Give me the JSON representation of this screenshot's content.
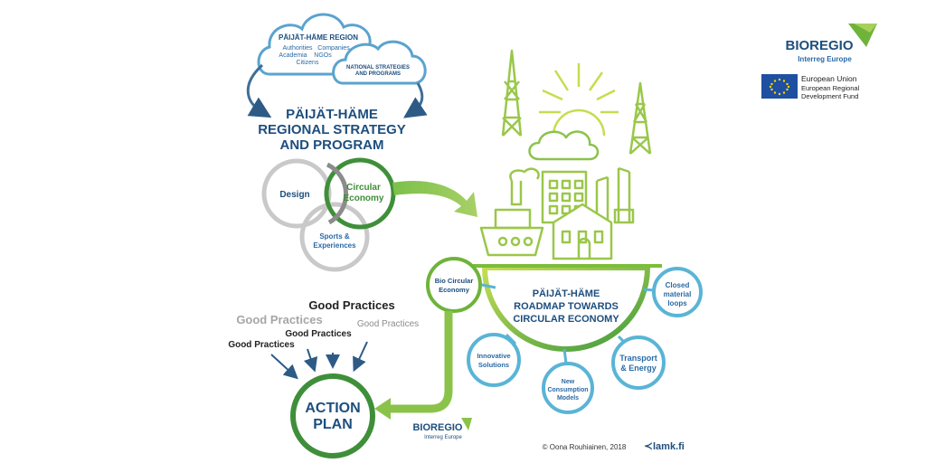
{
  "colors": {
    "navy": "#1d4e7e",
    "blue_text": "#2a6aa6",
    "green_dark": "#3f8f3a",
    "green_mid": "#6fb33b",
    "green_light": "#b5d651",
    "gray_ring": "#bfbfbf",
    "dark_gray_ring": "#8c8c8c",
    "light_blue": "#5ab4d6",
    "arrow_blue": "#3e6f98"
  },
  "cloud": {
    "title": "PÄIJÄT-HÄME REGION",
    "authorities": "Authorities",
    "companies": "Companies",
    "academia": "Academia",
    "ngos": "NGOs",
    "citizens": "Citizens",
    "national_line1": "NATIONAL STRATEGIES",
    "national_line2": "AND PROGRAMS"
  },
  "strategy": {
    "line1": "PÄIJÄT-HÄME",
    "line2": "REGIONAL STRATEGY",
    "line3": "AND PROGRAM"
  },
  "venn": {
    "design": "Design",
    "circular_line1": "Circular",
    "circular_line2": "Economy",
    "sports_line1": "Sports &",
    "sports_line2": "Experiences"
  },
  "roadmap": {
    "line1": "PÄIJÄT-HÄME",
    "line2": "ROADMAP TOWARDS",
    "line3": "CIRCULAR ECONOMY"
  },
  "themes": {
    "bio_line1": "Bio Circular",
    "bio_line2": "Economy",
    "closed_line1": "Closed",
    "closed_line2": "material",
    "closed_line3": "loops",
    "innov_line1": "Innovative",
    "innov_line2": "Solutions",
    "new_line1": "New",
    "new_line2": "Consumption",
    "new_line3": "Models",
    "transport_line1": "Transport",
    "transport_line2": "& Energy"
  },
  "good_practices": {
    "gp1": "Good Practices",
    "gp2": "Good Practices",
    "gp3": "Good Practices",
    "gp4": "Good Practices",
    "gp5": "Good Practices"
  },
  "action_plan": {
    "line1": "ACTION",
    "line2": "PLAN"
  },
  "footer": {
    "bioregio": "BIOREGIO",
    "interreg": "Interreg Europe",
    "credit": "© Oona Rouhiainen, 2018",
    "lamk": "lamk.fi"
  },
  "header_logo": {
    "bioregio": "BIOREGIO",
    "interreg": "Interreg Europe",
    "eu_line1": "European Union",
    "eu_line2": "European Regional",
    "eu_line3": "Development Fund"
  }
}
